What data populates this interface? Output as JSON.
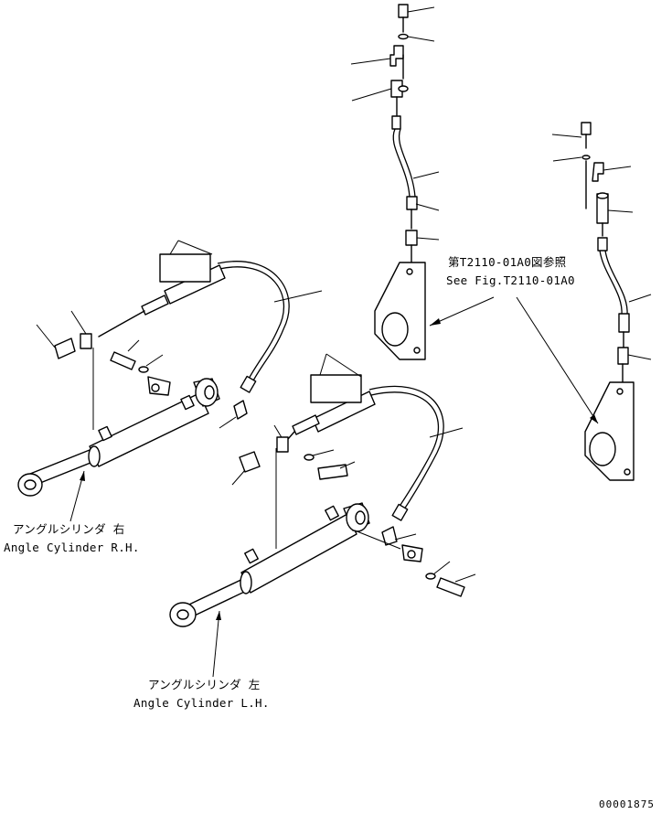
{
  "labels": {
    "angle_cylinder_rh_jp": "アングルシリンダ 右",
    "angle_cylinder_rh_en": "Angle Cylinder R.H.",
    "angle_cylinder_lh_jp": "アングルシリンダ 左",
    "angle_cylinder_lh_en": "Angle Cylinder L.H.",
    "reference_jp": "第T2110-01A0図参照",
    "reference_en": "See Fig.T2110-01A0",
    "drawing_number": "00001875"
  }
}
